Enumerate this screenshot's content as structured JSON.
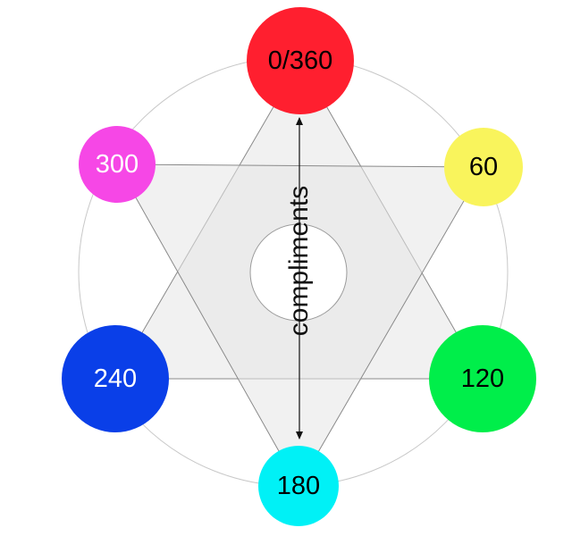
{
  "center_label": "compliments",
  "hues": [
    {
      "id": "red",
      "label": "0/360",
      "color": "#ff1f2f",
      "text_color": "#000000"
    },
    {
      "id": "yellow",
      "label": "60",
      "color": "#f9f45c",
      "text_color": "#000000"
    },
    {
      "id": "green",
      "label": "120",
      "color": "#00ee4a",
      "text_color": "#000000"
    },
    {
      "id": "cyan",
      "label": "180",
      "color": "#00f1f6",
      "text_color": "#000000"
    },
    {
      "id": "blue",
      "label": "240",
      "color": "#0a3fe8",
      "text_color": "#ffffff"
    },
    {
      "id": "magenta",
      "label": "300",
      "color": "#f647e6",
      "text_color": "#ffffff"
    }
  ],
  "colors": {
    "ring": "#c8c8c8",
    "triangle_fill": "#e6e6e6",
    "triangle_stroke": "#8a8a8a",
    "center_hole_stroke": "#9a9a9a",
    "arrow": "#111111"
  }
}
